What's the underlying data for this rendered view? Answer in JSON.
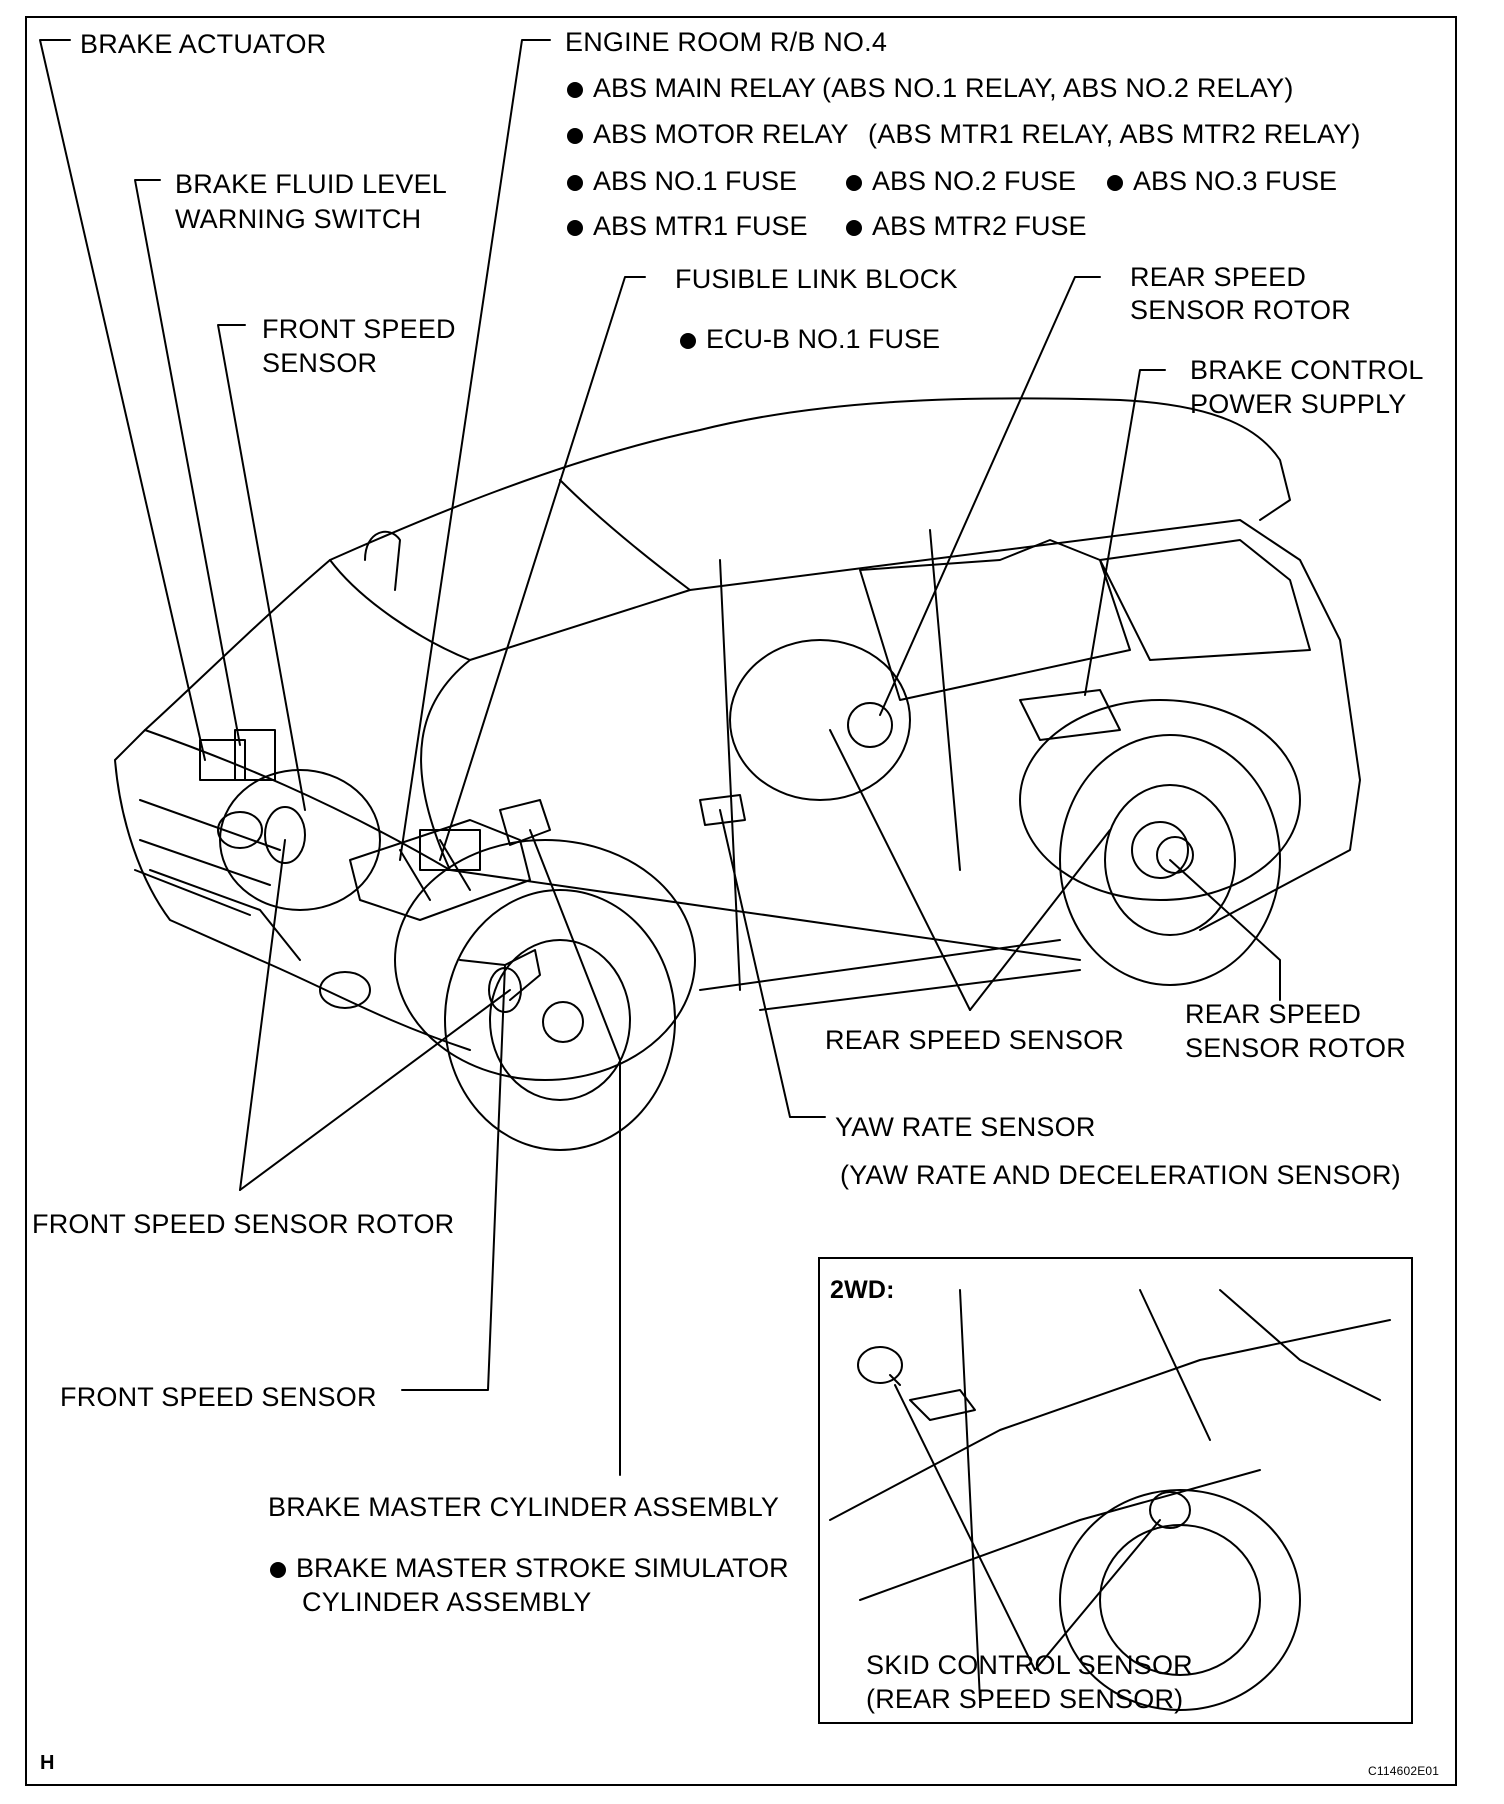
{
  "labels": {
    "brake_actuator": "BRAKE ACTUATOR",
    "brake_fluid_switch_1": "BRAKE FLUID LEVEL",
    "brake_fluid_switch_2": "WARNING SWITCH",
    "front_speed_sensor_top_1": "FRONT SPEED",
    "front_speed_sensor_top_2": "SENSOR",
    "engine_room_rb": "ENGINE ROOM R/B NO.4",
    "abs_main_relay": "ABS MAIN RELAY",
    "abs_main_relay_detail": "(ABS NO.1 RELAY, ABS NO.2 RELAY)",
    "abs_motor_relay": "ABS MOTOR RELAY",
    "abs_motor_relay_detail": "(ABS MTR1 RELAY, ABS MTR2 RELAY)",
    "abs_no1_fuse": "ABS NO.1 FUSE",
    "abs_no2_fuse": "ABS NO.2 FUSE",
    "abs_no3_fuse": "ABS NO.3 FUSE",
    "abs_mtr1_fuse": "ABS MTR1 FUSE",
    "abs_mtr2_fuse": "ABS MTR2 FUSE",
    "fusible_link_block": "FUSIBLE LINK BLOCK",
    "ecu_b_fuse": "ECU-B NO.1 FUSE",
    "rear_speed_sensor_rotor_top_1": "REAR SPEED",
    "rear_speed_sensor_rotor_top_2": "SENSOR ROTOR",
    "brake_control_power_1": "BRAKE CONTROL",
    "brake_control_power_2": "POWER SUPPLY",
    "rear_speed_sensor": "REAR SPEED SENSOR",
    "rear_speed_sensor_rotor_right_1": "REAR SPEED",
    "rear_speed_sensor_rotor_right_2": "SENSOR ROTOR",
    "yaw_rate_sensor": "YAW RATE SENSOR",
    "yaw_rate_sensor_detail": "(YAW RATE AND DECELERATION SENSOR)",
    "front_speed_sensor_rotor": "FRONT SPEED SENSOR ROTOR",
    "front_speed_sensor_bottom": "FRONT SPEED SENSOR",
    "brake_master_cylinder": "BRAKE MASTER CYLINDER ASSEMBLY",
    "brake_master_stroke_1": "BRAKE MASTER STROKE SIMULATOR",
    "brake_master_stroke_2": "CYLINDER ASSEMBLY",
    "inset_title": "2WD:",
    "skid_control_1": "SKID CONTROL SENSOR",
    "skid_control_2": "(REAR SPEED SENSOR)",
    "corner_h": "H",
    "figure_code": "C114602E01"
  },
  "colors": {
    "line": "#000000",
    "background": "#ffffff"
  }
}
